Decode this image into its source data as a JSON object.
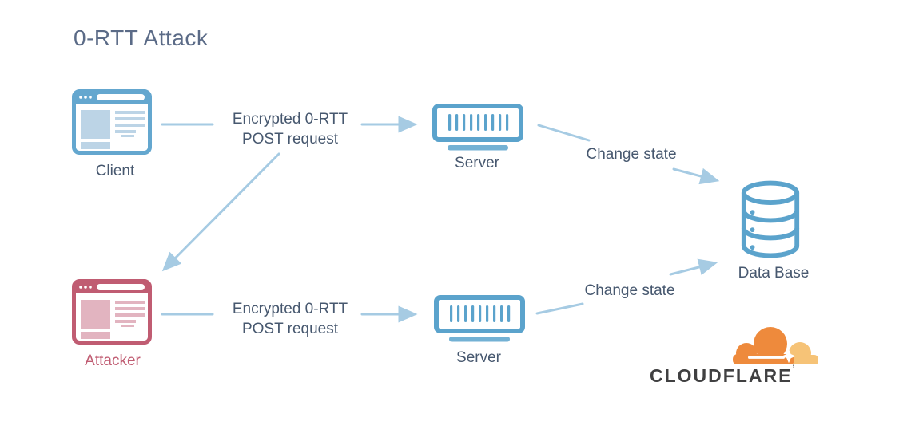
{
  "title": "0-RTT Attack",
  "colors": {
    "blue": "#5ba3cc",
    "blue_fill": "#bcd4e6",
    "blue_stroke": "#64a7cf",
    "red": "#c05c72",
    "red_fill": "#e2b4c0",
    "arrow": "#a6cbe3",
    "text": "#47586f",
    "title": "#5b6b87",
    "cf_orange": "#ee8a3c",
    "cf_orange_light": "#f6c377",
    "cf_text": "#404041"
  },
  "nodes": {
    "client": {
      "label": "Client",
      "icon": "browser-window-icon"
    },
    "attacker": {
      "label": "Attacker",
      "icon": "browser-window-icon"
    },
    "server_top": {
      "label": "Server",
      "icon": "server-icon"
    },
    "server_bottom": {
      "label": "Server",
      "icon": "server-icon"
    },
    "database": {
      "label": "Data Base",
      "icon": "database-icon"
    }
  },
  "edges": {
    "client_request": {
      "line1": "Encrypted 0-RTT",
      "line2": "POST request"
    },
    "attacker_request": {
      "line1": "Encrypted 0-RTT",
      "line2": "POST request"
    },
    "change_state_top": {
      "label": "Change state"
    },
    "change_state_bottom": {
      "label": "Change state"
    }
  },
  "branding": {
    "wordmark": "CLOUDFLARE",
    "trademark": "’"
  }
}
